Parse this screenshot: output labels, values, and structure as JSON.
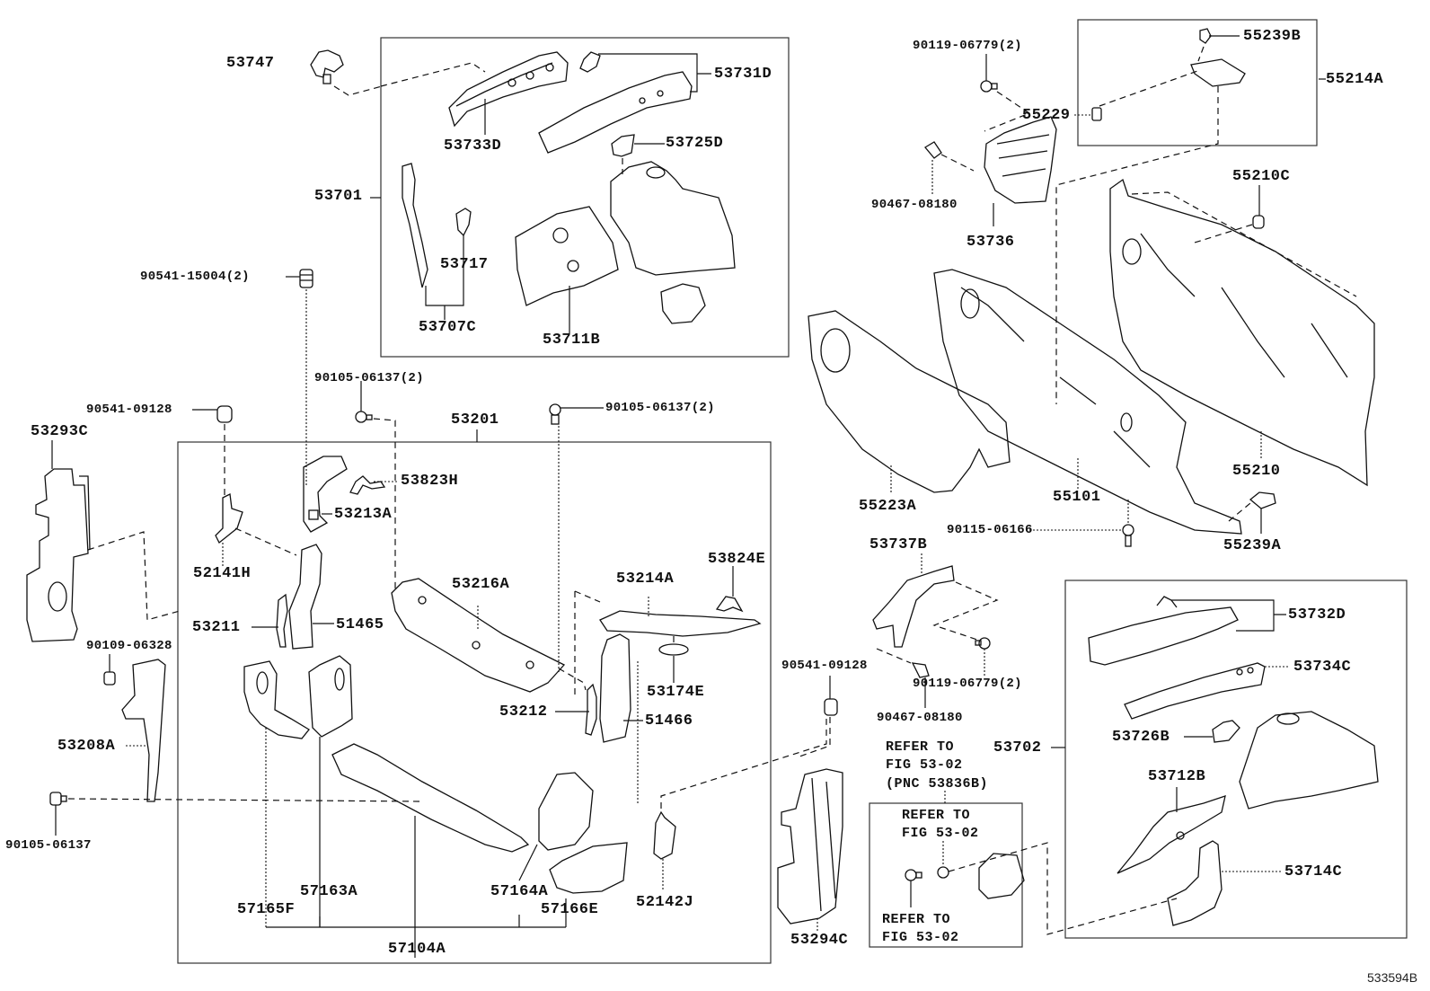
{
  "diagram": {
    "figure_id": "533594B",
    "groups": [
      {
        "id": "53701",
        "label": "53701",
        "members": [
          "53733D",
          "53731D",
          "53725D",
          "53717",
          "53707C",
          "53711B"
        ]
      },
      {
        "id": "53201",
        "label": "53201",
        "members": [
          "53823H",
          "53213A",
          "52141H",
          "53216A",
          "53214A",
          "53824E",
          "53211",
          "51465",
          "53174E",
          "53212",
          "51466",
          "57104A",
          "57163A",
          "57165F",
          "57164A",
          "57166E",
          "52142J"
        ]
      },
      {
        "id": "55214A",
        "label": "55214A",
        "members": [
          "55239B",
          "55229"
        ]
      },
      {
        "id": "53702",
        "label": "53702",
        "members": [
          "53732D",
          "53734C",
          "53726B",
          "53712B",
          "53714C"
        ]
      },
      {
        "id": "53836B",
        "label": "REFER TO FIG 53-02 (PNC 53836B)",
        "members": []
      }
    ],
    "labels": {
      "p53747": "53747",
      "p53731D": "53731D",
      "p53733D": "53733D",
      "p53725D": "53725D",
      "p53701": "53701",
      "p53717": "53717",
      "p53707C": "53707C",
      "p53711B": "53711B",
      "p90541_15004": "90541-15004(2)",
      "p90105_06137a": "90105-06137(2)",
      "p90105_06137b": "90105-06137(2)",
      "p90541_09128a": "90541-09128",
      "p53201": "53201",
      "p53293C": "53293C",
      "p53823H": "53823H",
      "p53213A": "53213A",
      "p52141H": "52141H",
      "p53216A": "53216A",
      "p53214A": "53214A",
      "p53824E": "53824E",
      "p53211": "53211",
      "p51465": "51465",
      "p90109_06328": "90109-06328",
      "p53174E": "53174E",
      "p53212": "53212",
      "p51466": "51466",
      "p53208A": "53208A",
      "p90105_06137c": "90105-06137",
      "p57163A": "57163A",
      "p57165F": "57165F",
      "p57164A": "57164A",
      "p57166E": "57166E",
      "p52142J": "52142J",
      "p57104A": "57104A",
      "p90119_06779a": "90119-06779(2)",
      "p55239B": "55239B",
      "p55214A": "55214A",
      "p55229": "55229",
      "p90467_08180a": "90467-08180",
      "p53736": "53736",
      "p55210C": "55210C",
      "p55223A": "55223A",
      "p55101": "55101",
      "p55210": "55210",
      "p90115_06166": "90115-06166",
      "p55239A": "55239A",
      "p53737B": "53737B",
      "p90541_09128b": "90541-09128",
      "p90119_06779b": "90119-06779(2)",
      "p90467_08180b": "90467-08180",
      "p53732D": "53732D",
      "p53734C": "53734C",
      "p53702": "53702",
      "p53726B": "53726B",
      "p53712B": "53712B",
      "p53714C": "53714C",
      "p53294C": "53294C",
      "refer_pnc": "REFER TO\nFIG 53-02\n(PNC 53836B)",
      "refer_inner_top": "REFER TO\nFIG 53-02",
      "refer_inner_bottom": "REFER TO\nFIG 53-02"
    }
  }
}
